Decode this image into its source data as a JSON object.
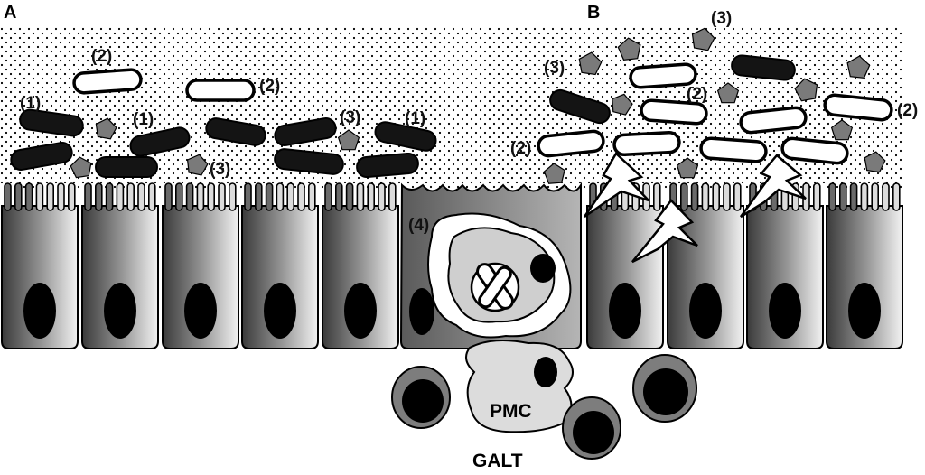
{
  "panel_labels": {
    "a": "A",
    "b": "B"
  },
  "legend_numbers": {
    "one": "(1)",
    "two": "(2)",
    "three": "(3)",
    "four": "(4)"
  },
  "cell_labels": {
    "pmc": "PMC",
    "galt": "GALT"
  },
  "colors": {
    "mucus_dots": "#000000",
    "bacteria_dark": "#141414",
    "bacteria_light": "#ffffff",
    "antigen": "#7a7a7a",
    "cell_gradient_dark": "#3a3a3a",
    "cell_gradient_light": "#f2f2f2",
    "nucleus": "#000000",
    "lymphocyte_ring": "#7d7d7d"
  },
  "icons": {
    "bacterium": "rounded-rod",
    "antigen": "pentagon",
    "damage": "lightning-bolt"
  }
}
